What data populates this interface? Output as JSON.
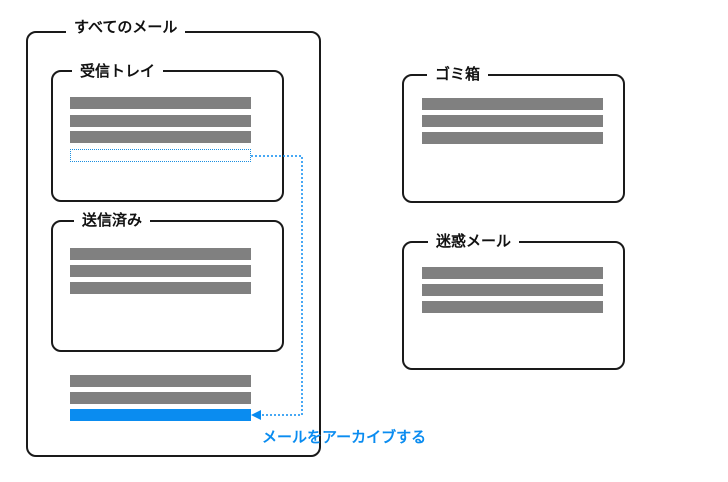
{
  "folders": {
    "all_mail": "すべてのメール",
    "inbox": "受信トレイ",
    "sent": "送信済み",
    "trash": "ゴミ箱",
    "spam": "迷惑メール"
  },
  "action": {
    "caption": "メールをアーカイブする"
  },
  "colors": {
    "accent": "#0a8cf0",
    "line": "#808080",
    "border": "#1a1a1a"
  }
}
